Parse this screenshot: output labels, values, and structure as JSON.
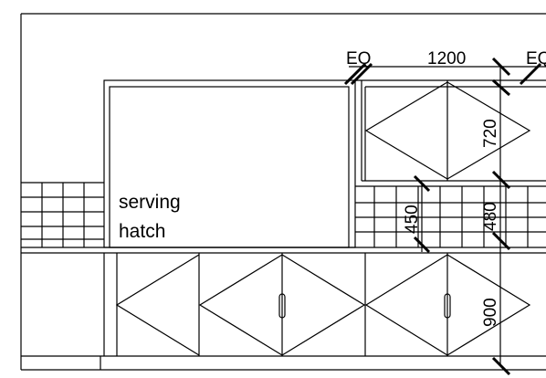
{
  "drawing": {
    "line_color": "#000000",
    "background": "#ffffff",
    "labels": {
      "serving_line1": "serving",
      "serving_line2": "hatch"
    },
    "dimensions": {
      "eq_left": "EQ",
      "top_width": "1200",
      "eq_right": "EQ",
      "upper_cabinet_height": "720",
      "backsplash_left": "450",
      "backsplash_right": "480",
      "base_cabinet_height": "900"
    }
  }
}
